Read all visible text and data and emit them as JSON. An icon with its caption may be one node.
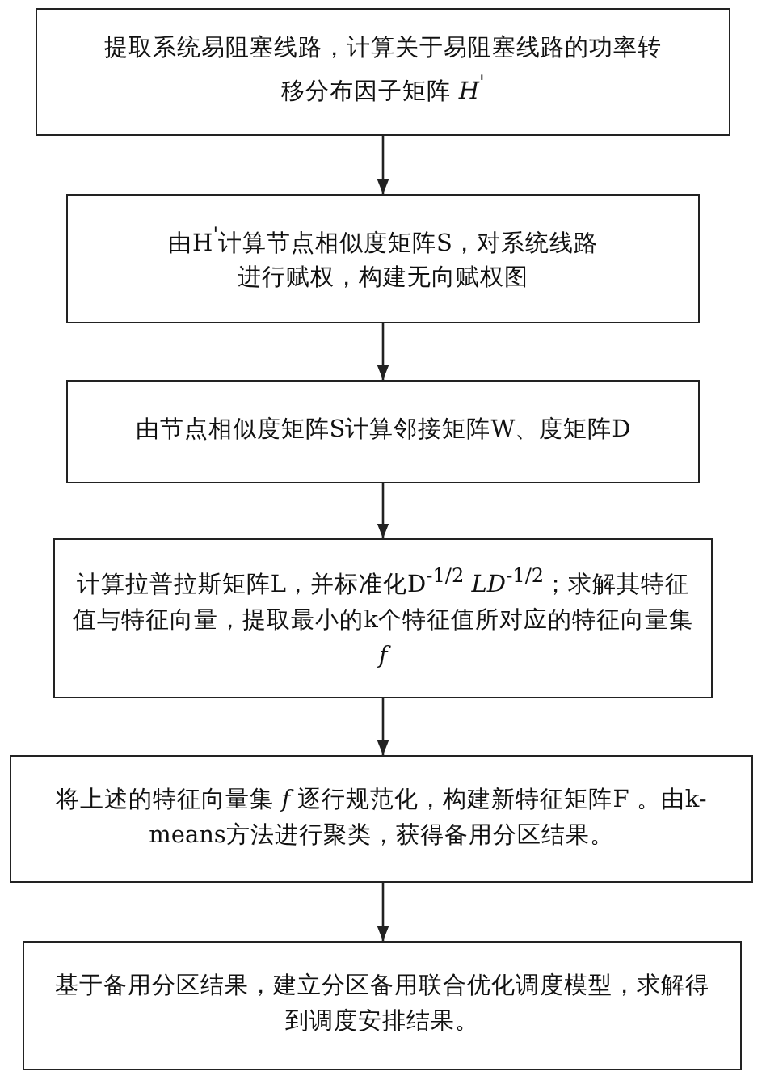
{
  "diagram": {
    "nodes": [
      {
        "text": [
          "提取系统易阻塞线路，计算关于易阻塞线路的功率转移分布因子矩阵 *H*$^{'}$"
        ]
      },
      {
        "text": [
          "由H$^{'}$计算节点相似度矩阵S，对系统线路进行赋权，构建无向赋权图"
        ]
      },
      {
        "text": [
          "由节点相似度矩阵S计算邻接矩阵W、度矩阵D"
        ]
      },
      {
        "text": [
          "计算拉普拉斯矩阵L，并标准化D$^{-1/2}$ *LD*$^{-1/2}$；求解其特征值与特征向量，提取最小的k个特征值所对应的特征向量集 *f*"
        ]
      },
      {
        "text": [
          "将上述的特征向量集 *f* 逐行规范化，构建新特征矩阵F 。由k-means方法进行聚类，获得备用分区结果。"
        ]
      },
      {
        "text": [
          "基于备用分区结果，建立分区备用联合优化调度模型，求解得到调度安排结果。"
        ]
      }
    ],
    "edges": [
      {
        "from": 0,
        "to": 1,
        "arrow": "to"
      },
      {
        "from": 1,
        "to": 2,
        "arrow": "to"
      },
      {
        "from": 2,
        "to": 3,
        "arrow": "to"
      },
      {
        "from": 3,
        "to": 4,
        "arrow": "to"
      },
      {
        "from": 4,
        "to": 5,
        "arrow": "to"
      }
    ]
  }
}
